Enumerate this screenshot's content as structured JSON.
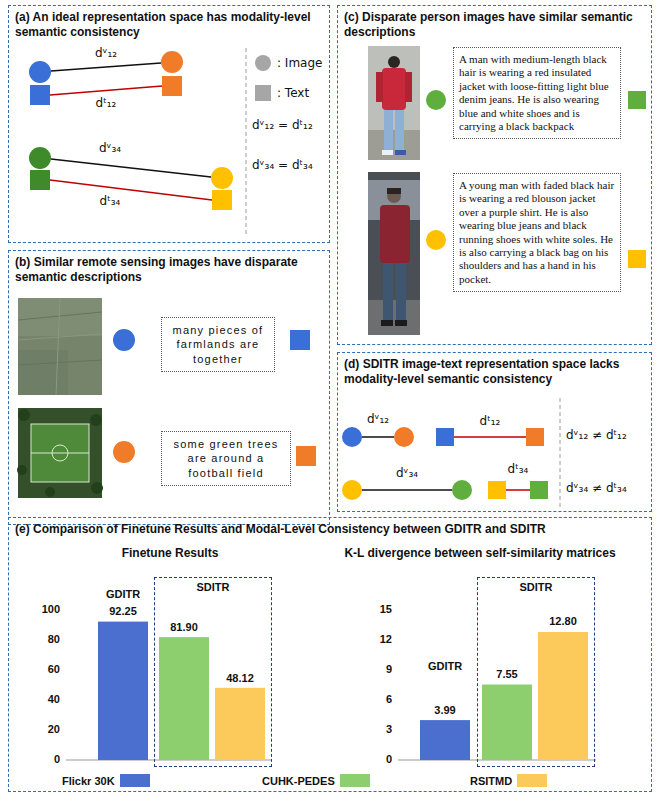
{
  "diagram": {
    "nodes": [
      {
        "text": [
          "(a) An ideal representation space has modality-level semantic consistency"
        ]
      },
      {
        "text": [
          "(b) Similar remote sensing images have disparate semantic descriptions"
        ]
      },
      {
        "text": [
          "many pieces of farmlands are together"
        ],
        "in": 1
      },
      {
        "text": [
          "some green trees are around a football field"
        ],
        "in": 1
      },
      {
        "text": [
          "(c) Disparate person images have similar semantic descriptions"
        ]
      },
      {
        "text": [
          "A man with medium-length black hair is wearing a red insulated jacket with loose-fitting light blue denim jeans. He is also wearing blue and white shoes and is carrying a black backpack"
        ],
        "in": 4
      },
      {
        "text": [
          "A young man with faded black hair is wearing a red blouson jacket over a purple shirt. He is also wearing blue jeans and black running shoes with white soles. He is also carrying a black bag on his shoulders and has a hand in his pocket."
        ],
        "in": 4
      },
      {
        "text": [
          "(d) SDITR image-text representation space lacks modality-level semantic consistency"
        ]
      },
      {
        "text": [
          "(e) Comparison of Finetune Results and Modal-Level Consistency between GDITR and SDITR"
        ]
      },
      {
        "text": [
          "SDITR"
        ],
        "in": 8
      },
      {
        "text": [
          "SDITR"
        ],
        "in": 8
      }
    ],
    "labels": [
      "dᵛ₁₂",
      "dᵗ₁₂",
      "dᵛ₃₄",
      "dᵗ₃₄",
      "dᵛ₁₂ = dᵗ₁₂",
      "dᵛ₃₄ = dᵗ₃₄",
      "dᵛ₁₂",
      "dᵗ₁₂",
      "dᵛ₃₄",
      "dᵗ₃₄",
      "dᵛ₁₂ ≠ dᵗ₁₂",
      "dᵛ₃₄ ≠ dᵗ₃₄",
      "Finetune Results",
      "GDITR",
      "92.25",
      "81.90",
      "48.12",
      "100",
      "80",
      "60",
      "40",
      "20",
      "0",
      "K-L divergence between self-similarity matrices",
      "GDITR",
      "3.99",
      "7.55",
      "12.80",
      "15",
      "12",
      "9",
      "6",
      "3",
      "0"
    ],
    "legend": [
      {
        "text": ": Image"
      },
      {
        "text": ": Text"
      },
      {
        "text": "Flickr 30K",
        "color": "#4a6fcf"
      },
      {
        "text": "CUHK-PEDES",
        "color": "#8dcf6f"
      },
      {
        "text": "RSITMD",
        "color": "#fcca5a"
      }
    ]
  }
}
